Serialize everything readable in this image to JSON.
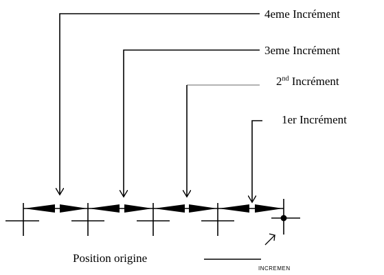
{
  "labels": {
    "inc4": "4eme Incrément",
    "inc3": "3eme Incrément",
    "inc2_prefix": "2",
    "inc2_sup": "nd",
    "inc2_suffix": " Incrément",
    "inc1": "1er Incrément",
    "origin": "Position origine",
    "small": "INCREMEN"
  },
  "colors": {
    "line": "#000000",
    "leader_2nd": "#999999"
  }
}
